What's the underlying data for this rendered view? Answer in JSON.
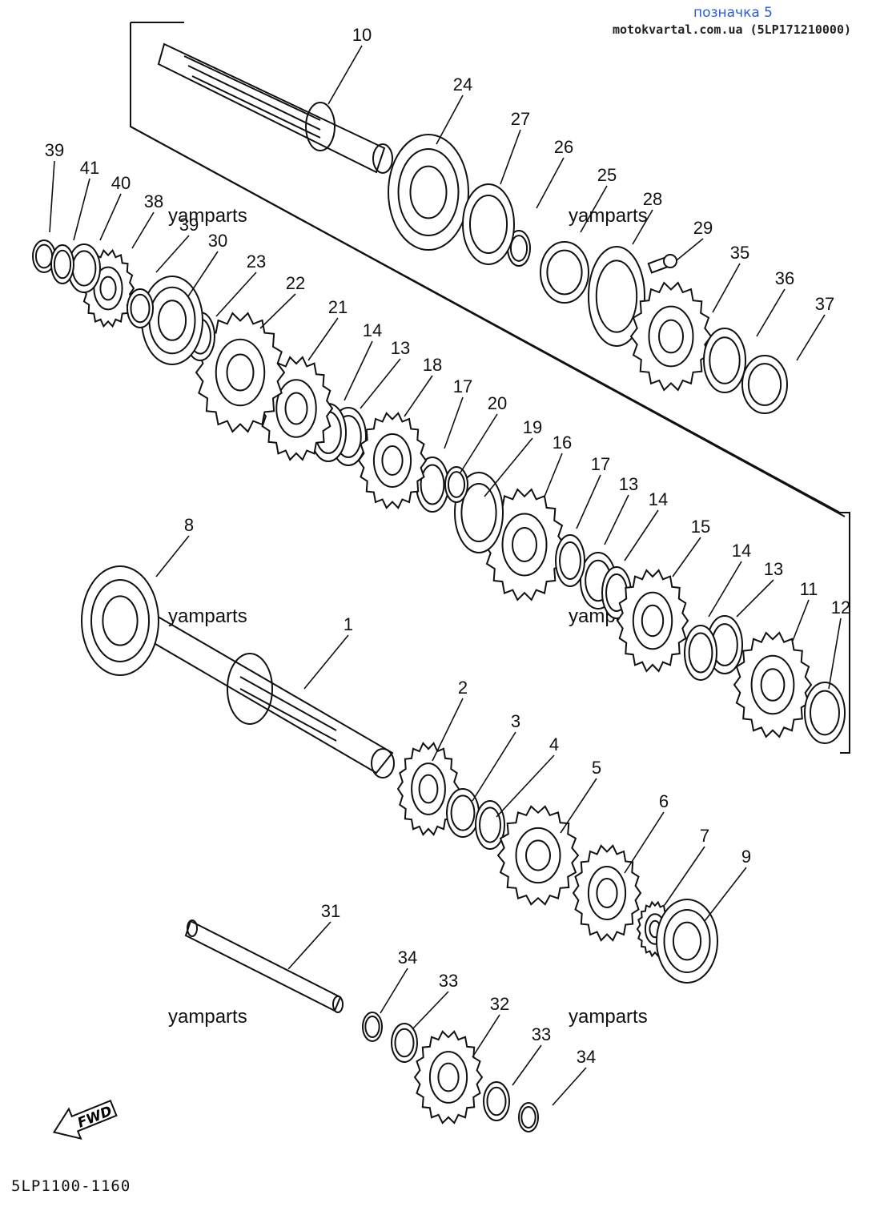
{
  "header": {
    "title": "позначка 5",
    "source": "motokvartal.com.ua (5LP171210000)"
  },
  "watermark": "yamparts",
  "diagram_code": "5LP1100-1160",
  "fwd_label": "FWD",
  "colors": {
    "line": "#111111",
    "title": "#2a5bd7"
  },
  "parts": [
    "1",
    "2",
    "3",
    "4",
    "5",
    "6",
    "7",
    "8",
    "9",
    "10",
    "11",
    "12",
    "13",
    "13",
    "13",
    "14",
    "14",
    "14",
    "15",
    "16",
    "17",
    "17",
    "18",
    "19",
    "20",
    "21",
    "22",
    "23",
    "24",
    "25",
    "26",
    "27",
    "28",
    "29",
    "30",
    "31",
    "32",
    "33",
    "33",
    "34",
    "34",
    "35",
    "36",
    "37",
    "38",
    "39",
    "39",
    "40",
    "41"
  ]
}
